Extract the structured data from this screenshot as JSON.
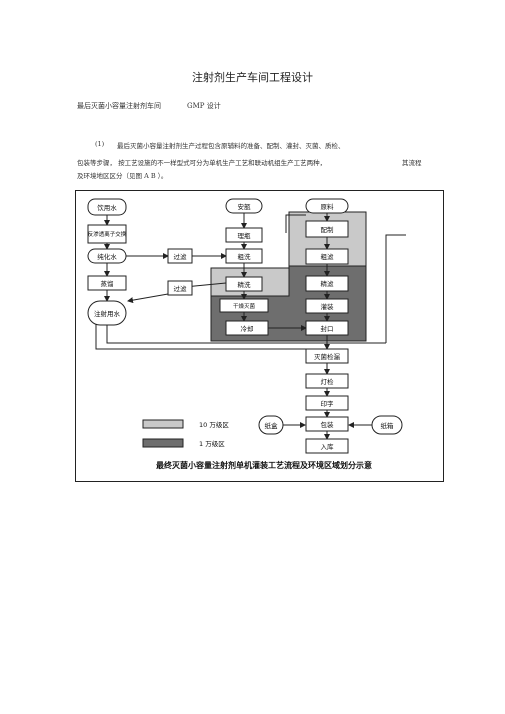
{
  "document": {
    "title": "注射剂生产车间工程设计",
    "subtitle_left": "最后灭菌小容量注射剂车间",
    "subtitle_right": "GMP 设计",
    "para_num": "(1)",
    "para_line1": "最后灭菌小容量注射剂生产过程包含原辅料的准备、配制、灌封、灭菌、质检、",
    "para_line2": "包装等步骤，   按工艺设施的不一样型式可分为单机生产工艺和联动机组生产工艺两种，",
    "para_line2_right": "其流程",
    "para_line3": "及环境地区区分（见图 A B ）。"
  },
  "diagram": {
    "caption": "最终灭菌小容量注射剂单机灌装工艺流程及环境区域划分示意",
    "legend": [
      {
        "label": "10 万级区",
        "color": "#c9c9c9"
      },
      {
        "label": "1 万级区",
        "color": "#6e6e6e"
      }
    ],
    "nodes": {
      "water": "饮用水",
      "ion": "反渗透离子交换",
      "pure": "纯化水",
      "filter1": "过滤",
      "distill": "蒸馏",
      "filter2": "过滤",
      "inject_water": "注射用水",
      "ampoule": "安瓿",
      "rough_cut": "理瓶",
      "rough_wash": "粗洗",
      "fine_wash": "精洗",
      "dry_sterile": "干燥灭菌",
      "cool": "冷却",
      "material": "原料",
      "prepare": "配制",
      "coarse_filter": "粗滤",
      "fine_filter": "精滤",
      "fill": "灌装",
      "seal": "封口",
      "sterilize_leak": "灭菌检漏",
      "light_check": "灯检",
      "print": "印字",
      "pack": "包装",
      "box": "纸盒",
      "carton": "纸箱",
      "store": "入库"
    }
  }
}
